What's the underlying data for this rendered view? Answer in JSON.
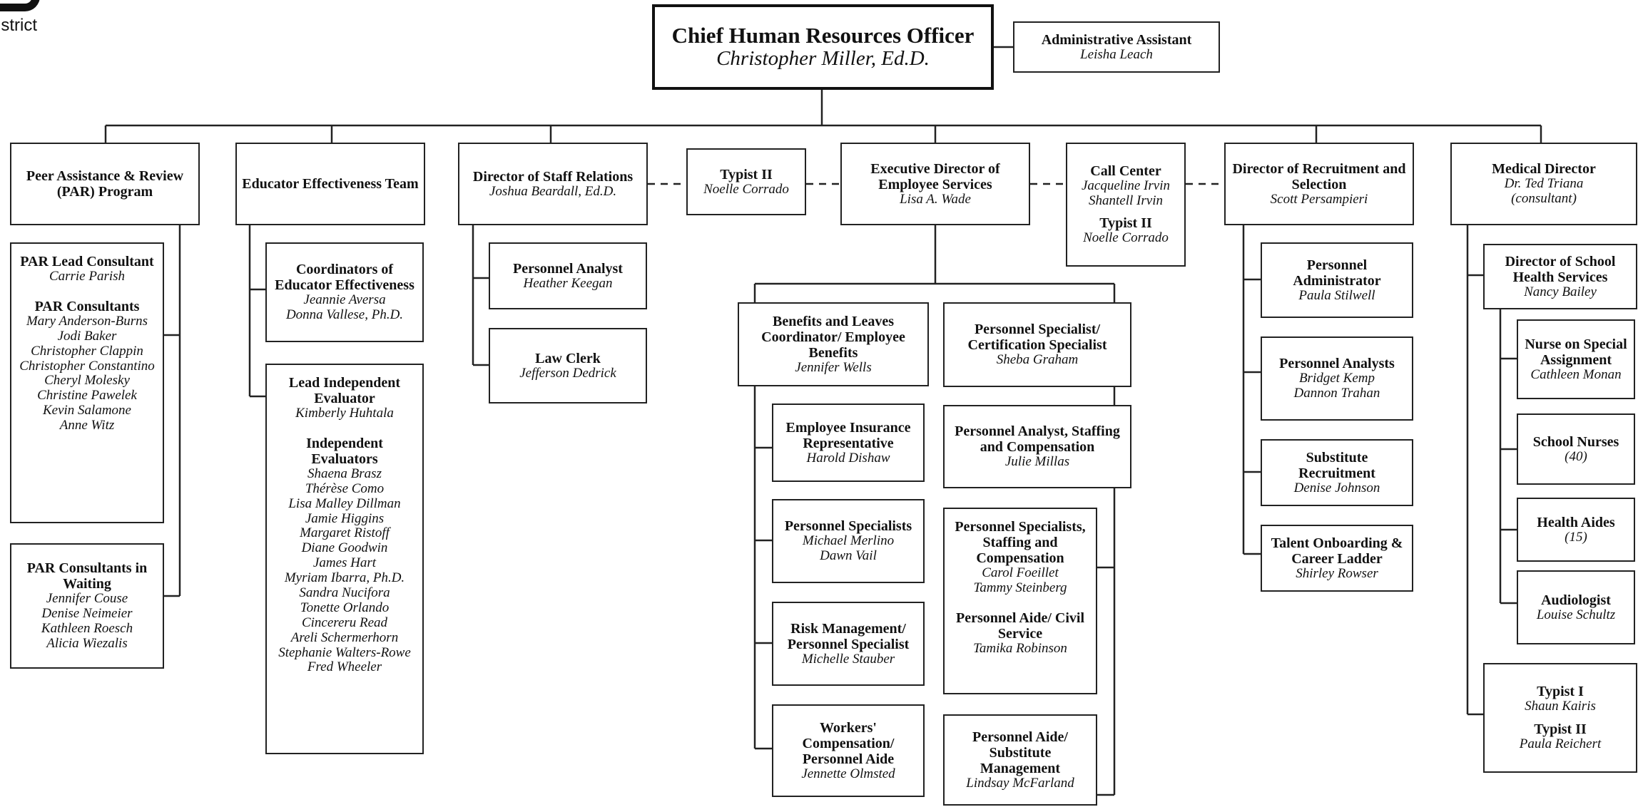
{
  "logo": {
    "word": "istrict"
  },
  "ceo": {
    "title": "Chief Human Resources Officer",
    "name": "Christopher Miller, Ed.D."
  },
  "admin_assistant": {
    "title": "Administrative Assistant",
    "name": "Leisha Leach"
  },
  "par_program": {
    "title": "Peer Assistance & Review (PAR) Program"
  },
  "par_lead": {
    "title1": "PAR Lead Consultant",
    "name1": "Carrie Parish",
    "title2": "PAR Consultants",
    "names2": [
      "Mary Anderson-Burns",
      "Jodi Baker",
      "Christopher Clappin",
      "Christopher Constantino",
      "Cheryl Molesky",
      "Christine Pawelek",
      "Kevin Salamone",
      "Anne Witz"
    ]
  },
  "par_waiting": {
    "title": "PAR Consultants in Waiting",
    "names": [
      "Jennifer Couse",
      "Denise Neimeier",
      "Kathleen Roesch",
      "Alicia Wiezalis"
    ]
  },
  "educator_team": {
    "title": "Educator Effectiveness Team"
  },
  "coordinators": {
    "title": "Coordinators of Educator Effectiveness",
    "names": [
      "Jeannie Aversa",
      "Donna Vallese, Ph.D."
    ]
  },
  "evaluators": {
    "title1": "Lead Independent Evaluator",
    "name1": "Kimberly Huhtala",
    "title2": "Independent Evaluators",
    "names2": [
      "Shaena Brasz",
      "Thérèse Como",
      "Lisa Malley Dillman",
      "Jamie Higgins",
      "Margaret Ristoff",
      "Diane Goodwin",
      "James Hart",
      "Myriam Ibarra, Ph.D.",
      "Sandra Nucifora",
      "Tonette Orlando",
      "Cincereru Read",
      "Areli Schermerhorn",
      "Stephanie Walters-Rowe",
      "Fred Wheeler"
    ]
  },
  "staff_relations": {
    "title": "Director of Staff Relations",
    "name": "Joshua Beardall, Ed.D."
  },
  "typist_a": {
    "title": "Typist II",
    "name": "Noelle Corrado"
  },
  "personnel_analyst": {
    "title": "Personnel Analyst",
    "name": "Heather Keegan"
  },
  "law_clerk": {
    "title": "Law Clerk",
    "name": "Jefferson Dedrick"
  },
  "exec_director": {
    "title": "Executive Director of Employee Services",
    "name": "Lisa A. Wade"
  },
  "call_center": {
    "title1": "Call Center",
    "names1": [
      "Jacqueline Irvin",
      "Shantell Irvin"
    ],
    "title2": "Typist II",
    "name2": "Noelle Corrado"
  },
  "benefits": {
    "title": "Benefits and Leaves Coordinator/ Employee Benefits",
    "name": "Jennifer Wells"
  },
  "emp_insurance": {
    "title": "Employee Insurance Representative",
    "name": "Harold Dishaw"
  },
  "personnel_specialists": {
    "title": "Personnel Specialists",
    "names": [
      "Michael Merlino",
      "Dawn Vail"
    ]
  },
  "risk_mgmt": {
    "title": "Risk Management/ Personnel Specialist",
    "name": "Michelle Stauber"
  },
  "workers_comp": {
    "title": "Workers' Compensation/ Personnel Aide",
    "name": "Jennette Olmsted"
  },
  "cert_specialist": {
    "title": "Personnel Specialist/ Certification Specialist",
    "name": "Sheba Graham"
  },
  "staffing_analyst": {
    "title": "Personnel Analyst, Staffing and Compensation",
    "name": "Julie Millas"
  },
  "staffing_specialists": {
    "title1": "Personnel Specialists, Staffing and Compensation",
    "names1": [
      "Carol Foeillet",
      "Tammy Steinberg"
    ],
    "title2": "Personnel Aide/ Civil Service",
    "name2": "Tamika Robinson"
  },
  "sub_mgmt": {
    "title": "Personnel Aide/ Substitute Management",
    "name": "Lindsay McFarland"
  },
  "recruitment": {
    "title": "Director of Recruitment and Selection",
    "name": "Scott Persampieri"
  },
  "personnel_admin": {
    "title": "Personnel Administrator",
    "name": "Paula Stilwell"
  },
  "personnel_analysts": {
    "title": "Personnel Analysts",
    "names": [
      "Bridget Kemp",
      "Dannon Trahan"
    ]
  },
  "sub_recruitment": {
    "title": "Substitute Recruitment",
    "name": "Denise Johnson"
  },
  "talent": {
    "title": "Talent Onboarding & Career Ladder",
    "name": "Shirley Rowser"
  },
  "medical": {
    "title": "Medical Director",
    "names": [
      "Dr. Ted Triana",
      "(consultant)"
    ]
  },
  "school_health": {
    "title": "Director of School Health Services",
    "name": "Nancy Bailey"
  },
  "nurse_special": {
    "title": "Nurse on Special Assignment",
    "name": "Cathleen Monan"
  },
  "school_nurses": {
    "title": "School Nurses",
    "name": "(40)"
  },
  "health_aides": {
    "title": "Health Aides",
    "name": "(15)"
  },
  "audiologist": {
    "title": "Audiologist",
    "name": "Louise Schultz"
  },
  "typists_medical": {
    "title1": "Typist I",
    "name1": "Shaun Kairis",
    "title2": "Typist II",
    "name2": "Paula Reichert"
  }
}
